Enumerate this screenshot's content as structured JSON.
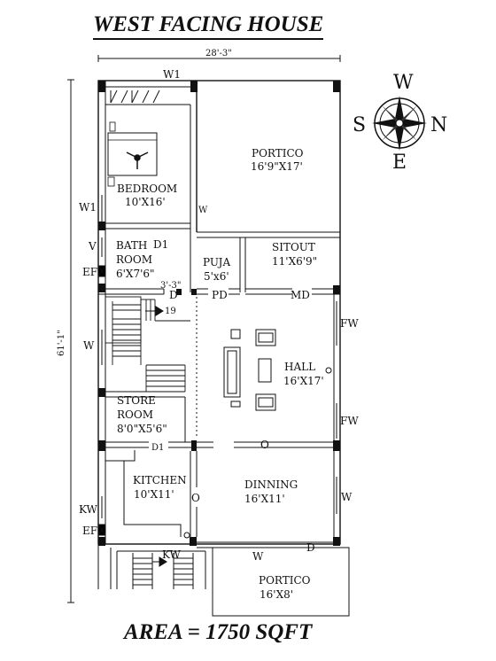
{
  "title": "WEST FACING HOUSE",
  "area": "AREA = 1750 SQFT",
  "dimensions": {
    "width": "28'-3\"",
    "length": "61'-1\"",
    "stair_gap": "3'-3\""
  },
  "compass": {
    "north": "N",
    "south": "S",
    "east": "E",
    "west": "W"
  },
  "rooms": {
    "portico_top": {
      "name": "PORTICO",
      "size": "16'9\"X17'"
    },
    "bedroom": {
      "name": "BEDROOM",
      "size": "10'X16'"
    },
    "bath": {
      "name": "BATH",
      "name2": "ROOM",
      "size": "6'X7'6\""
    },
    "puja": {
      "name": "PUJA",
      "size": "5'x6'"
    },
    "sitout": {
      "name": "SITOUT",
      "size": "11'X6'9\""
    },
    "hall": {
      "name": "HALL",
      "size": "16'X17'"
    },
    "store": {
      "name": "STORE",
      "name2": "ROOM",
      "size": "8'0\"X5'6\""
    },
    "kitchen": {
      "name": "KITCHEN",
      "size": "10'X11'"
    },
    "dinning": {
      "name": "DINNING",
      "size": "16'X11'"
    },
    "portico_bottom": {
      "name": "PORTICO",
      "size": "16'X8'"
    }
  },
  "openings": {
    "w1_top": "W1",
    "w1_left": "W1",
    "w_bed": "W",
    "v": "V",
    "d1_bath": "D1",
    "ef1": "EF",
    "d_bath": "D",
    "pd": "PD",
    "md": "MD",
    "stair_count": "19",
    "w_stair": "W",
    "fw1": "FW",
    "fw2": "FW",
    "d1_store": "D1",
    "o_dinning": "O",
    "o_kitchen": "O",
    "w_dinning": "W",
    "kw_left": "KW",
    "ef2": "EF",
    "kw_bottom": "KW",
    "w_bottom": "W",
    "d_bottom": "D"
  }
}
